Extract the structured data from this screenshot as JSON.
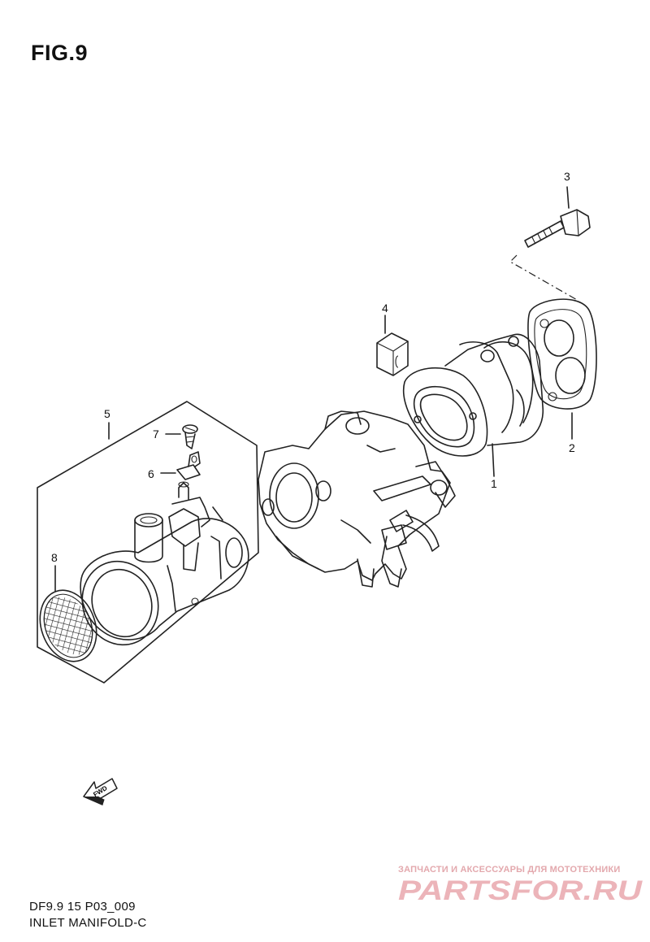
{
  "title": "FIG.9",
  "callouts": {
    "part_1": "1",
    "part_2": "2",
    "part_3": "3",
    "part_4": "4",
    "part_5": "5",
    "part_6": "6",
    "part_7": "7",
    "part_8": "8"
  },
  "fwd_label": "FWD",
  "footer": {
    "code": "DF9.9 15 P03_009",
    "name": "INLET MANIFOLD-C"
  },
  "watermark": {
    "caption": "ЗАПЧАСТИ И АКСЕССУАРЫ ДЛЯ МОТОТЕХНИКИ",
    "logo_text": "PARTSFOR.RU",
    "color": "#d9707a"
  }
}
